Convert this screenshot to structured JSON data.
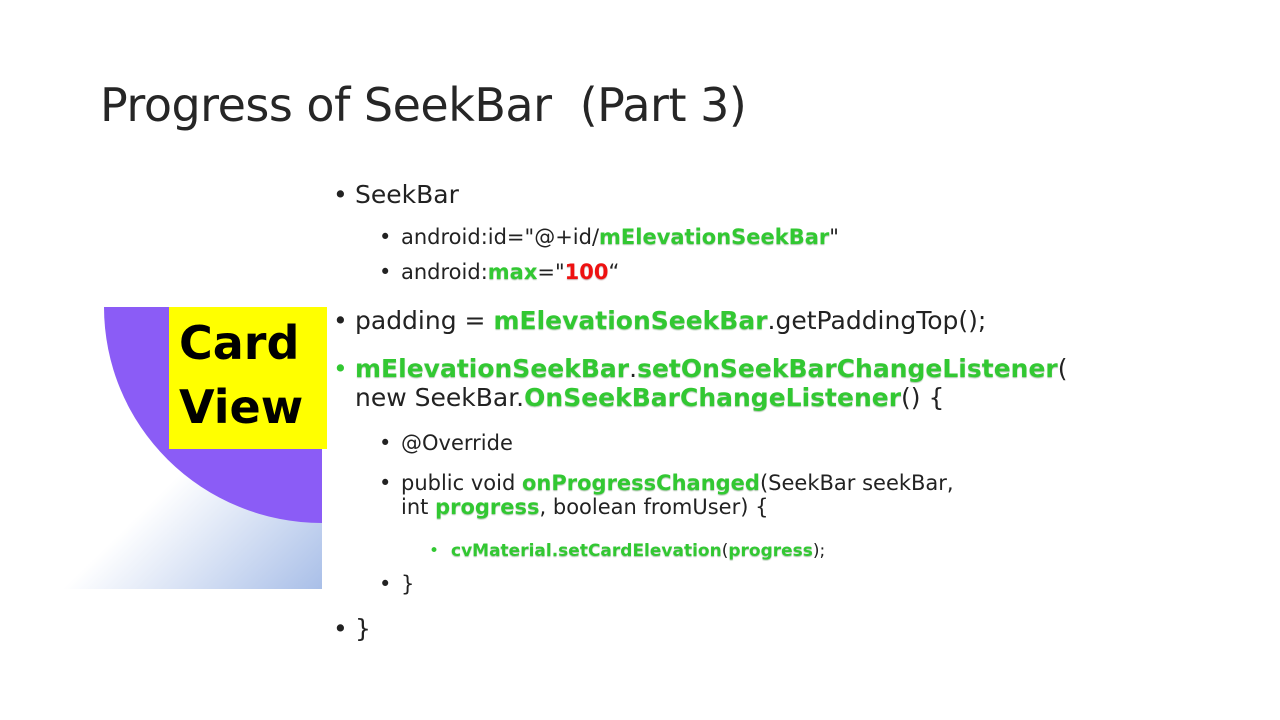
{
  "slide": {
    "title": "Progress of SeekBar  (Part 3)"
  },
  "card_label": {
    "line1": "Card",
    "line2": "View"
  },
  "bullets": {
    "seekbar": "SeekBar",
    "id_prefix": "android:id=\"@+id/",
    "id_value": "mElevationSeekBar",
    "id_suffix": "\"",
    "max_prefix": "android:",
    "max_attr": "max",
    "max_mid": "=\"",
    "max_value": "100",
    "max_suffix": "“",
    "padding_prefix": "padding = ",
    "padding_object": "mElevationSeekBar",
    "padding_suffix": ".getPaddingTop();",
    "listener_object": "mElevationSeekBar",
    "listener_dot": ".",
    "listener_method": "setOnSeekBarChangeListener",
    "listener_paren": "(",
    "listener_new": "new SeekBar.",
    "listener_interface": "OnSeekBarChangeListener",
    "listener_end": "() {",
    "override": "@Override",
    "method_prefix": "public void ",
    "method_name": "onProgressChanged",
    "method_args1": "(SeekBar seekBar,",
    "method_int": "int ",
    "method_progress": "progress",
    "method_args2": ", boolean fromUser) {",
    "call_method": "cvMaterial.setCardElevation",
    "call_open": "(",
    "call_arg": "progress",
    "call_close": ");",
    "close_inner": "}",
    "close_outer": "}"
  },
  "colors": {
    "highlight_green": "#32c832",
    "highlight_red": "#ee1111",
    "label_yellow": "#ffff00",
    "quarter_circle_purple": "#8b5cf6",
    "gradient_blue": "#a9bfe8"
  }
}
